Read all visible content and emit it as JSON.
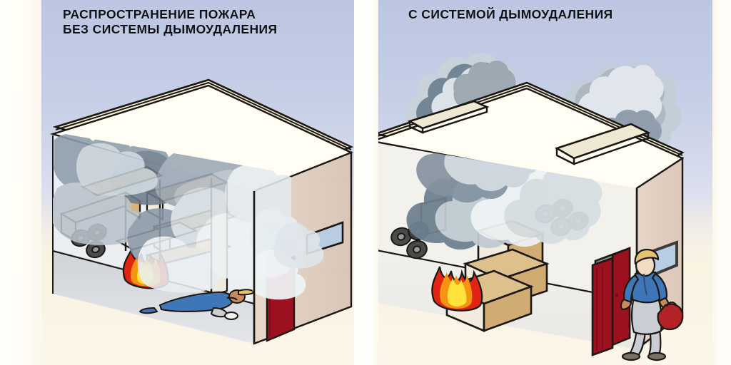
{
  "image": {
    "kind": "infographic-illustration",
    "subject": "fire-smoke-ventilation-comparison",
    "language": "ru"
  },
  "panels": [
    {
      "id": "left",
      "title": "РАСПРОСТРАНЕНИЕ ПОЖАРА\nБЕЗ СИСТЕМЫ ДЫМОУДАЛЕНИЯ",
      "title_line1": "РАСПРОСТРАНЕНИЕ ПОЖАРА",
      "title_line2": "БЕЗ СИСТЕМЫ ДЫМОУДАЛЕНИЯ",
      "scenario": "no-smoke-extraction",
      "roof_vents": 0,
      "interior_smoke_fill": "full",
      "person_state": "lying-unconscious-on-floor",
      "door_state": "closed",
      "objects": [
        "fire",
        "stacked-tires",
        "pallet-racks-with-boxes",
        "collapsed-person",
        "red-door"
      ]
    },
    {
      "id": "right",
      "title": "С СИСТЕМОЙ ДЫМОУДАЛЕНИЯ",
      "title_line1": "С СИСТЕМОЙ ДЫМОУДАЛЕНИЯ",
      "title_line2": "",
      "scenario": "with-smoke-extraction",
      "roof_vents": 2,
      "interior_smoke_fill": "localized-above-fire",
      "person_state": "walking-out-with-bag",
      "door_state": "open",
      "objects": [
        "fire",
        "stacked-tires",
        "cardboard-boxes",
        "escaping-person",
        "red-door-open",
        "window",
        "roof-smoke-hatches"
      ]
    }
  ],
  "colors": {
    "sky_top": "#bcc6e2",
    "sky_bottom": "#fbf6e8",
    "ground": "#f9f3e2",
    "roof": "#f6efd9",
    "wall_front": "#f3f1ec",
    "wall_side": "#e0cfc3",
    "floor": "#d9dadd",
    "outline": "#1b1712",
    "door_red": "#9d1020",
    "door_red_dark": "#7d0b18",
    "flame_red": "#e02612",
    "flame_orange": "#f79312",
    "flame_yellow": "#ffe23c",
    "box_tan": "#d8b479",
    "box_light": "#f2ecdc",
    "tire_dark": "#4a4a4a",
    "smoke_dark": "#6c7c8c",
    "smoke_mid": "#9aa7b4",
    "smoke_light": "#ccd6dd",
    "smoke_white": "#eef2f4",
    "person_shirt": "#3f76b8",
    "person_pants": "#c9cdd4",
    "person_hair": "#e3c372",
    "title_text": "#0d1016",
    "window_glass": "#b8cde4",
    "bag_red": "#b22226"
  }
}
